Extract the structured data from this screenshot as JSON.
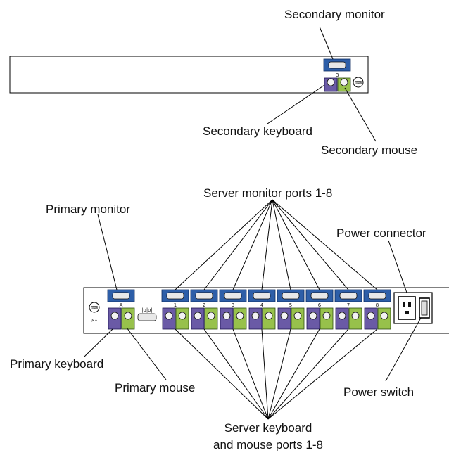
{
  "labels": {
    "secondary_monitor": "Secondary monitor",
    "secondary_keyboard": "Secondary keyboard",
    "secondary_mouse": "Secondary mouse",
    "server_monitor_ports": "Server monitor ports 1-8",
    "primary_monitor": "Primary monitor",
    "power_connector": "Power connector",
    "primary_keyboard": "Primary keyboard",
    "primary_mouse": "Primary mouse",
    "power_switch": "Power switch",
    "server_kbd_mouse_line1": "Server keyboard",
    "server_kbd_mouse_line2": "and mouse ports 1-8"
  },
  "port_marks": {
    "secondary": "B",
    "primary": "A",
    "servers": [
      "1",
      "2",
      "3",
      "4",
      "5",
      "6",
      "7",
      "8"
    ]
  },
  "colors": {
    "keyboard_port": "#6a5aa6",
    "mouse_port": "#97c14b",
    "monitor_port": "#2d5ea8"
  },
  "icons": [
    "ps2-mouse-keyboard-icon",
    "power-symbol-icon",
    "vga-port-icon",
    "power-switch-icon"
  ]
}
